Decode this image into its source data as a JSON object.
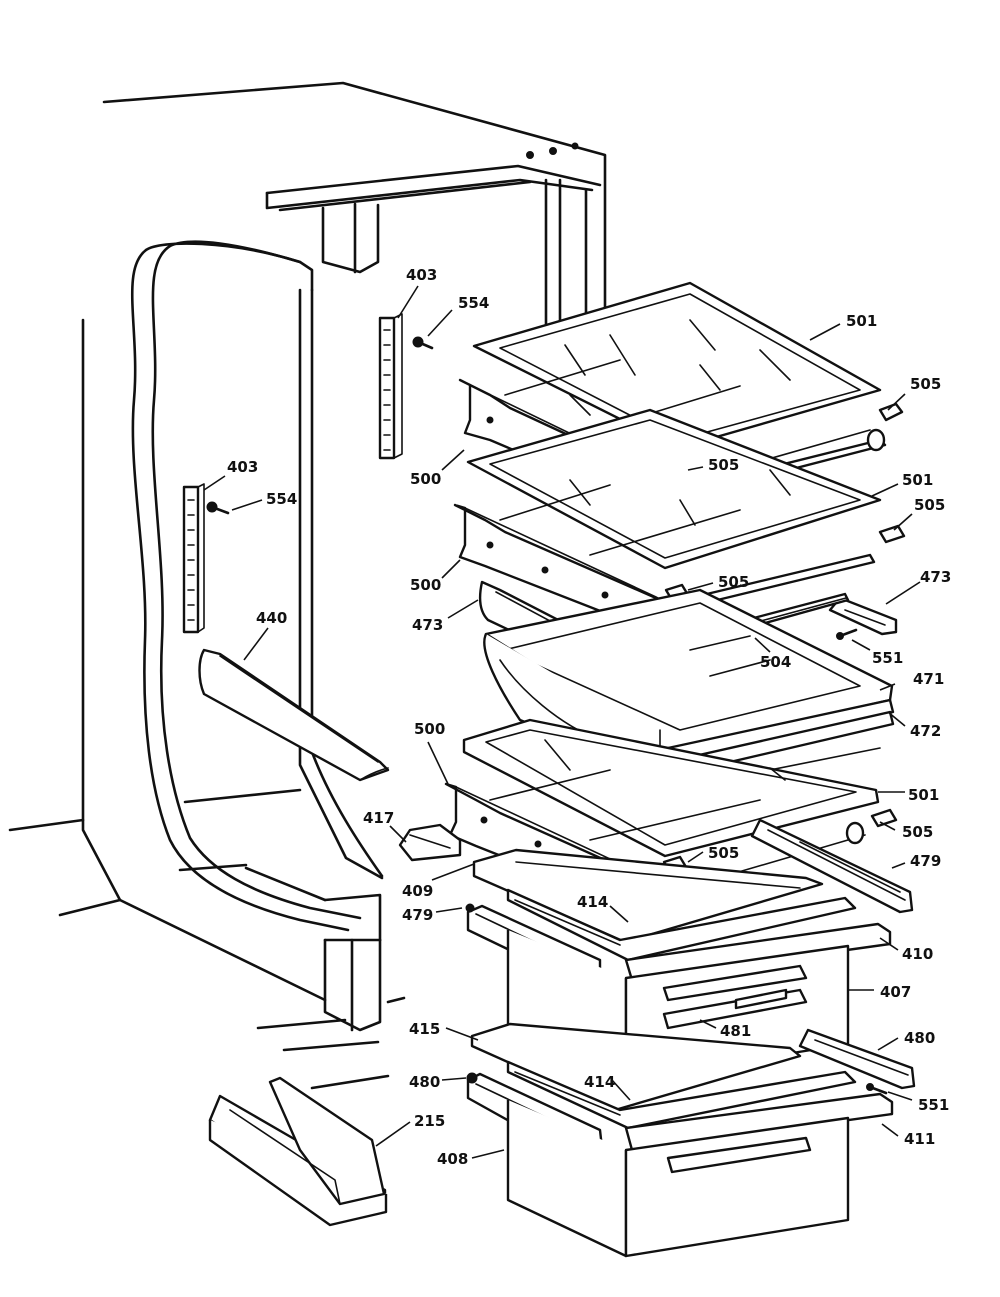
{
  "callouts": [
    {
      "id": "c-403-a",
      "text": "403"
    },
    {
      "id": "c-554-a",
      "text": "554"
    },
    {
      "id": "c-403-b",
      "text": "403"
    },
    {
      "id": "c-554-b",
      "text": "554"
    },
    {
      "id": "c-440",
      "text": "440"
    },
    {
      "id": "c-501-a",
      "text": "501"
    },
    {
      "id": "c-505-a",
      "text": "505"
    },
    {
      "id": "c-505-b",
      "text": "505"
    },
    {
      "id": "c-500-a",
      "text": "500"
    },
    {
      "id": "c-501-b",
      "text": "501"
    },
    {
      "id": "c-505-c",
      "text": "505"
    },
    {
      "id": "c-500-b",
      "text": "500"
    },
    {
      "id": "c-505-d",
      "text": "505"
    },
    {
      "id": "c-473-a",
      "text": "473"
    },
    {
      "id": "c-473-b",
      "text": "473"
    },
    {
      "id": "c-504",
      "text": "504"
    },
    {
      "id": "c-551-a",
      "text": "551"
    },
    {
      "id": "c-471",
      "text": "471"
    },
    {
      "id": "c-472",
      "text": "472"
    },
    {
      "id": "c-500-c",
      "text": "500"
    },
    {
      "id": "c-501-c",
      "text": "501"
    },
    {
      "id": "c-417",
      "text": "417"
    },
    {
      "id": "c-505-e",
      "text": "505"
    },
    {
      "id": "c-505-f",
      "text": "505"
    },
    {
      "id": "c-479-a",
      "text": "479"
    },
    {
      "id": "c-409",
      "text": "409"
    },
    {
      "id": "c-479-b",
      "text": "479"
    },
    {
      "id": "c-414-a",
      "text": "414"
    },
    {
      "id": "c-410",
      "text": "410"
    },
    {
      "id": "c-407",
      "text": "407"
    },
    {
      "id": "c-481",
      "text": "481"
    },
    {
      "id": "c-415",
      "text": "415"
    },
    {
      "id": "c-480-a",
      "text": "480"
    },
    {
      "id": "c-480-b",
      "text": "480"
    },
    {
      "id": "c-414-b",
      "text": "414"
    },
    {
      "id": "c-551-b",
      "text": "551"
    },
    {
      "id": "c-215",
      "text": "215"
    },
    {
      "id": "c-411",
      "text": "411"
    },
    {
      "id": "c-408",
      "text": "408"
    }
  ]
}
